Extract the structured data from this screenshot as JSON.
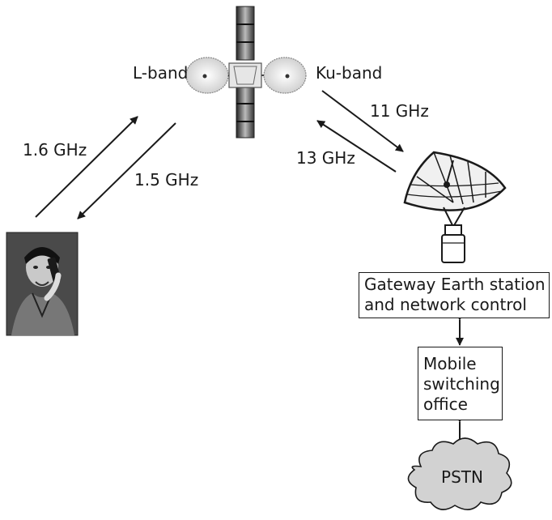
{
  "diagram": {
    "satellite_labels": {
      "left": "L-band",
      "right": "Ku-band"
    },
    "links": {
      "uplink_l": "1.6 GHz",
      "downlink_l": "1.5 GHz",
      "downlink_ku": "11 GHz",
      "uplink_ku": "13 GHz"
    },
    "gateway": {
      "line1": "Gateway Earth station",
      "line2": "and network control"
    },
    "msc": {
      "line1": "Mobile",
      "line2": "switching",
      "line3": "office"
    },
    "pstn": "PSTN"
  }
}
